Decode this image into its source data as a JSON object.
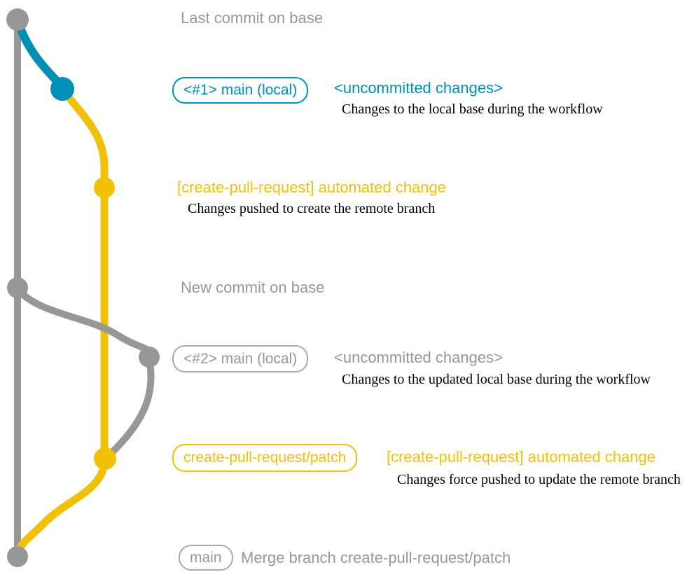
{
  "colors": {
    "gray": "#979797",
    "teal": "#008fb5",
    "yellow": "#f1c109",
    "description_text": "#000000",
    "background": "#ffffff"
  },
  "diagram": {
    "type": "git-graph",
    "lanes": [
      {
        "name": "base-branch",
        "color": "#979797"
      },
      {
        "name": "create-pull-request-patch-branch",
        "color": "#f1c109"
      }
    ],
    "commits": [
      {
        "name": "last-commit-on-base",
        "color": "gray"
      },
      {
        "name": "local-main-1-uncommitted",
        "color": "teal"
      },
      {
        "name": "automated-change-push",
        "color": "yellow"
      },
      {
        "name": "new-commit-on-base",
        "color": "gray"
      },
      {
        "name": "local-main-2-uncommitted",
        "color": "gray"
      },
      {
        "name": "automated-change-force-push",
        "color": "yellow"
      },
      {
        "name": "merge-commit",
        "color": "gray"
      }
    ]
  },
  "rows": {
    "row1": {
      "title": "Last commit on base"
    },
    "row2": {
      "pill": "<#1> main (local)",
      "note": "<uncommitted changes>",
      "description": "Changes to the local base during the workflow"
    },
    "row3": {
      "title": "[create-pull-request] automated change",
      "description": "Changes pushed to create the remote branch"
    },
    "row4": {
      "title": "New commit on base"
    },
    "row5": {
      "pill": "<#2> main (local)",
      "note": "<uncommitted changes>",
      "description": "Changes to the updated local base during the workflow"
    },
    "row6": {
      "pill": "create-pull-request/patch",
      "title": "[create-pull-request] automated change",
      "description": "Changes force pushed to update the remote branch"
    },
    "row7": {
      "pill": "main",
      "title": "Merge branch create-pull-request/patch"
    }
  }
}
